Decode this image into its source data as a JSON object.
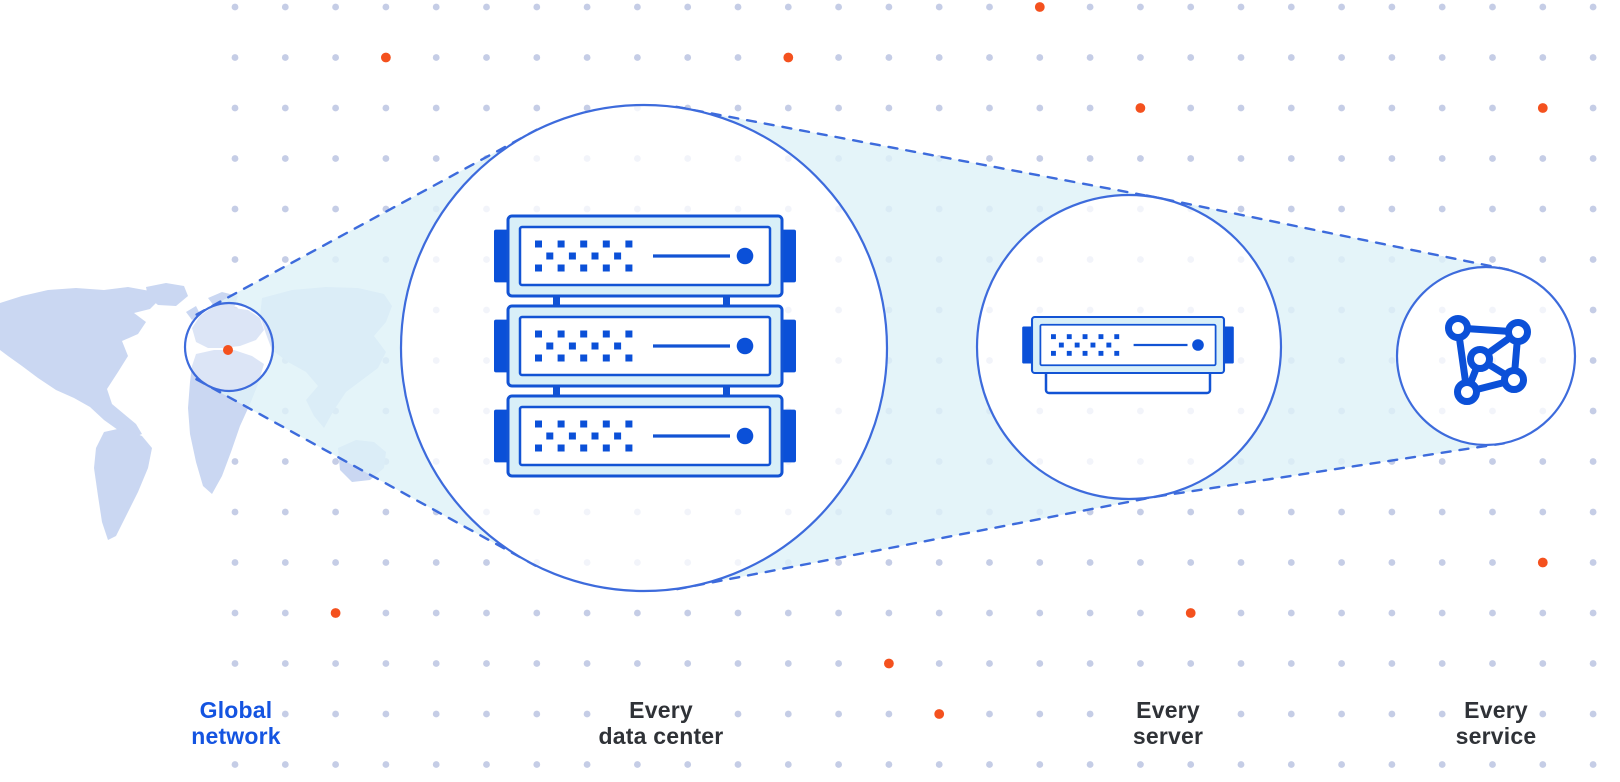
{
  "diagram": {
    "title": "Global network zoom diagram",
    "labels": {
      "global_network": {
        "text": "Global\nnetwork",
        "color": "#1454E1"
      },
      "every_data_center": {
        "text": "Every\ndata center",
        "color": "#2F3237"
      },
      "every_server": {
        "text": "Every\nserver",
        "color": "#2F3237"
      },
      "every_service": {
        "text": "Every\nservice",
        "color": "#2F3237"
      }
    },
    "icons": {
      "map": "world-map",
      "map_marker": "location-dot-icon",
      "data_center": "server-rack-icon",
      "server": "server-icon",
      "service": "mesh-network-icon",
      "magnifier": "zoom-circle"
    },
    "colors": {
      "background": "#FFFFFF",
      "dot_gray": "#C5CDE6",
      "accent_orange": "#F4511E",
      "outline_blue": "#3D6BDC",
      "beam_cyan": "#DEF2F8",
      "map_fill": "#CAD7F2",
      "server_stroke": "#1253D4",
      "server_dark": "#0B50D8",
      "server_light": "#D8EFF8",
      "label_dark": "#2F3237",
      "label_blue": "#1454E1"
    }
  }
}
